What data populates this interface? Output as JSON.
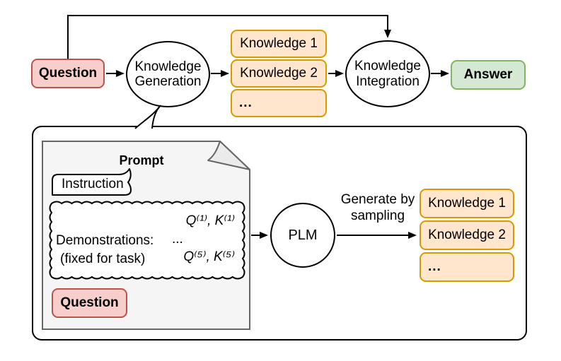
{
  "figure": {
    "top_flow": {
      "question_label": "Question",
      "generation_label": "Knowledge\nGeneration",
      "knowledge_items": [
        "Knowledge 1",
        "Knowledge 2",
        "..."
      ],
      "integration_label": "Knowledge\nIntegration",
      "answer_label": "Answer"
    },
    "generation_detail": {
      "prompt_title": "Prompt",
      "instruction_label": "Instruction",
      "demonstrations": {
        "pair_first": "Q⁽¹⁾, K⁽¹⁾",
        "label": "Demonstrations:",
        "ellipsis": "...",
        "note": "(fixed for task)",
        "pair_last": "Q⁽⁵⁾, K⁽⁵⁾"
      },
      "question_label": "Question",
      "plm_label": "PLM",
      "arrow_label": "Generate by\nsampling",
      "knowledge_items": [
        "Knowledge 1",
        "Knowledge 2",
        "..."
      ]
    },
    "colors": {
      "question_fill": "#f8cecc",
      "question_stroke": "#b85450",
      "knowledge_fill": "#ffe6cc",
      "knowledge_stroke": "#d79b00",
      "answer_fill": "#d5e8d4",
      "answer_stroke": "#82b366",
      "sheet_fill": "#f5f5f5",
      "sheet_stroke": "#666666",
      "line": "#000000"
    }
  }
}
